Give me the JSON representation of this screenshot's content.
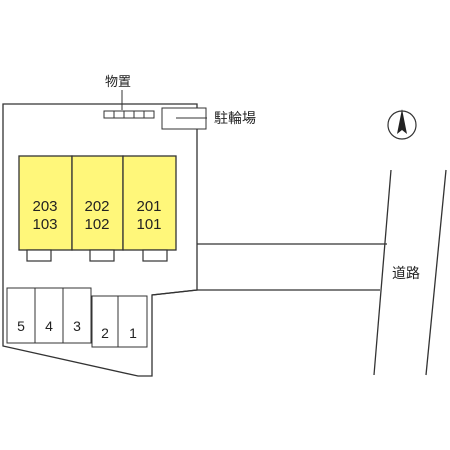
{
  "labels": {
    "storage": "物置",
    "bicycle_parking": "駐輪場",
    "road": "道路"
  },
  "buildings": [
    {
      "upper": "203",
      "lower": "103"
    },
    {
      "upper": "202",
      "lower": "102"
    },
    {
      "upper": "201",
      "lower": "101"
    }
  ],
  "parking": [
    "5",
    "4",
    "3",
    "2",
    "1"
  ],
  "colors": {
    "building_fill": "#fff77a",
    "line": "#333333"
  },
  "icons": {
    "north": "north-arrow-icon"
  }
}
